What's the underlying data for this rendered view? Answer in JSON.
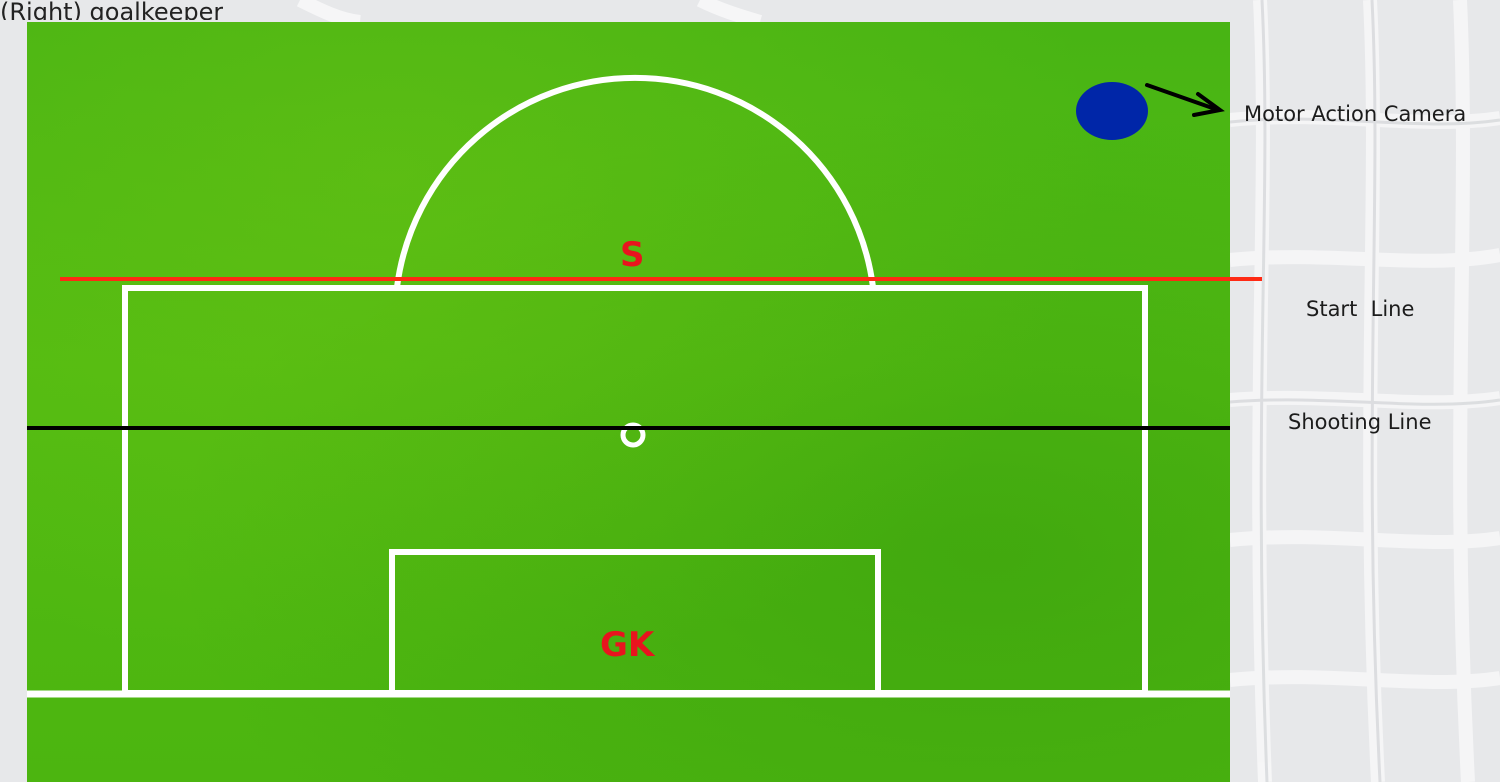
{
  "diagram": {
    "top_caption": "(Right) goalkeeper",
    "labels": {
      "camera": "Motor Action Camera",
      "start_line": "Start  Line",
      "shooting_line": "Shooting Line"
    },
    "markers": {
      "start_marker": "S",
      "goalkeeper_marker": "GK"
    },
    "colors": {
      "pitch": "#4cb612",
      "pitch_lines": "#ffffff",
      "start_line": "#ff2a14",
      "shooting_line": "#000000",
      "camera_dot": "#0026a8",
      "marker_text": "#e8141e"
    }
  }
}
